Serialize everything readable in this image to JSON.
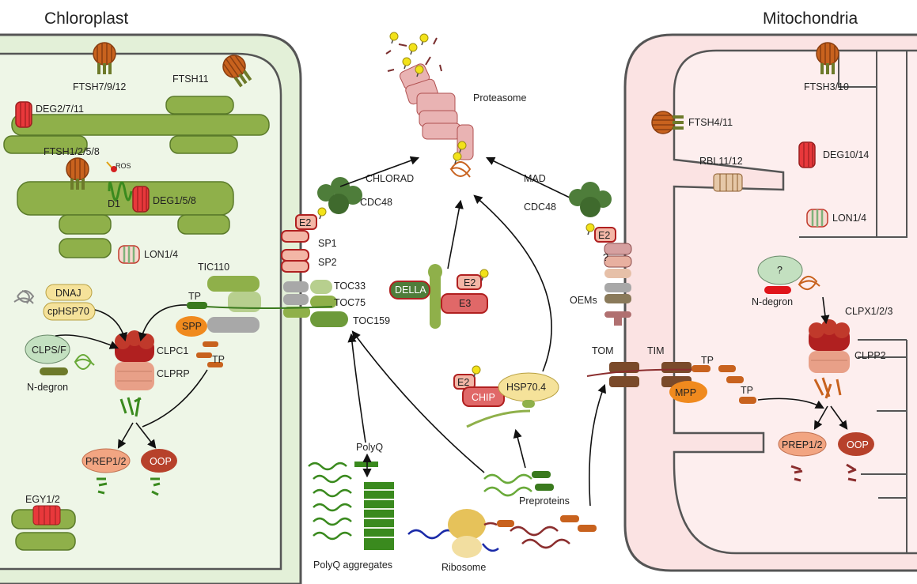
{
  "titles": {
    "chloroplast": "Chloroplast",
    "mitochondria": "Mitochondria"
  },
  "chloroplast": {
    "ftsh7": "FTSH7/9/12",
    "ftsh11": "FTSH11",
    "deg2": "DEG2/7/11",
    "ftsh1": "FTSH1/2/5/8",
    "ros": "ROS",
    "d1": "D1",
    "deg1": "DEG1/5/8",
    "lon1": "LON1/4",
    "tic110": "TIC110",
    "dnaj": "DNAJ",
    "cphsp70": "cpHSP70",
    "tp1": "TP",
    "spp": "SPP",
    "clpc1": "CLPC1",
    "clps": "CLPS/F",
    "clprp": "CLPRP",
    "ndegron": "N-degron",
    "tp2": "TP",
    "prep": "PREP1/2",
    "oop": "OOP",
    "egy": "EGY1/2"
  },
  "center": {
    "proteasome": "Proteasome",
    "chlorad": "CHLORAD",
    "mad": "MAD",
    "cdc48_left": "CDC48",
    "cdc48_right": "CDC48",
    "e2_sp1": "E2",
    "sp1": "SP1",
    "sp2": "SP2",
    "toc33": "TOC33",
    "toc75": "TOC75",
    "toc159": "TOC159",
    "della": "DELLA",
    "e2_della": "E2",
    "e3": "E3",
    "e2_chip": "E2",
    "chip": "CHIP",
    "hsp704": "HSP70.4",
    "polyq": "PolyQ",
    "polyq_agg": "PolyQ aggregates",
    "preproteins": "Preproteins",
    "ribosome": "Ribosome"
  },
  "mitochondria": {
    "ftsh3": "FTSH3/10",
    "ftsh4": "FTSH4/11",
    "rbl": "RBL11/12",
    "deg10": "DEG10/14",
    "lon1": "LON1/4",
    "e2": "E2",
    "question1": "?",
    "oems": "OEMs",
    "question2": "?",
    "ndegron": "N-degron",
    "clpx": "CLPX1/2/3",
    "clpp2": "CLPP2",
    "tom": "TOM",
    "tim": "TIM",
    "tp1": "TP",
    "mpp": "MPP",
    "tp2": "TP",
    "prep": "PREP1/2",
    "oop": "OOP"
  },
  "colors": {
    "chloro_fill": "#e3f0d8",
    "chloro_stroke": "#555555",
    "thylakoid": "#8fb04a",
    "mito_fill": "#fce0e0",
    "ftsh": "#c8621e",
    "deg": "#e8383b",
    "proteasome": "#e9b3b3",
    "cdc48": "#4e7d3a",
    "ubiquitin": "#f2e21a",
    "e2": "#f3b6a6",
    "spp": "#f08a1e",
    "prep": "#f2a582",
    "oop": "#b7412b",
    "clp": "#c0392b"
  }
}
